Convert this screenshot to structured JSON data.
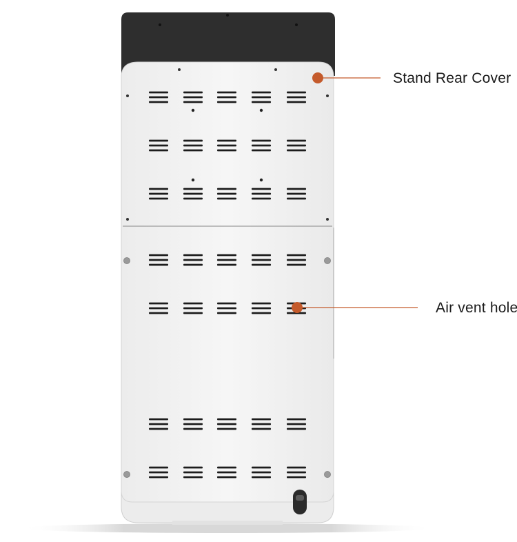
{
  "callouts": [
    {
      "id": "stand-rear-cover",
      "label": "Stand Rear Cover"
    },
    {
      "id": "air-vent-hole",
      "label": "Air vent hole"
    }
  ],
  "colors": {
    "top_panel": "#2e2e2e",
    "cover": "#f3f3f3",
    "cover_edge": "#d4d4d4",
    "vent_slot": "#1c1c1c",
    "callout_accent": "#c45a2b",
    "screw": "#9a9a9a"
  },
  "vent_grid": {
    "upper_rows": 3,
    "lower_rows": 4,
    "columns": 5
  }
}
